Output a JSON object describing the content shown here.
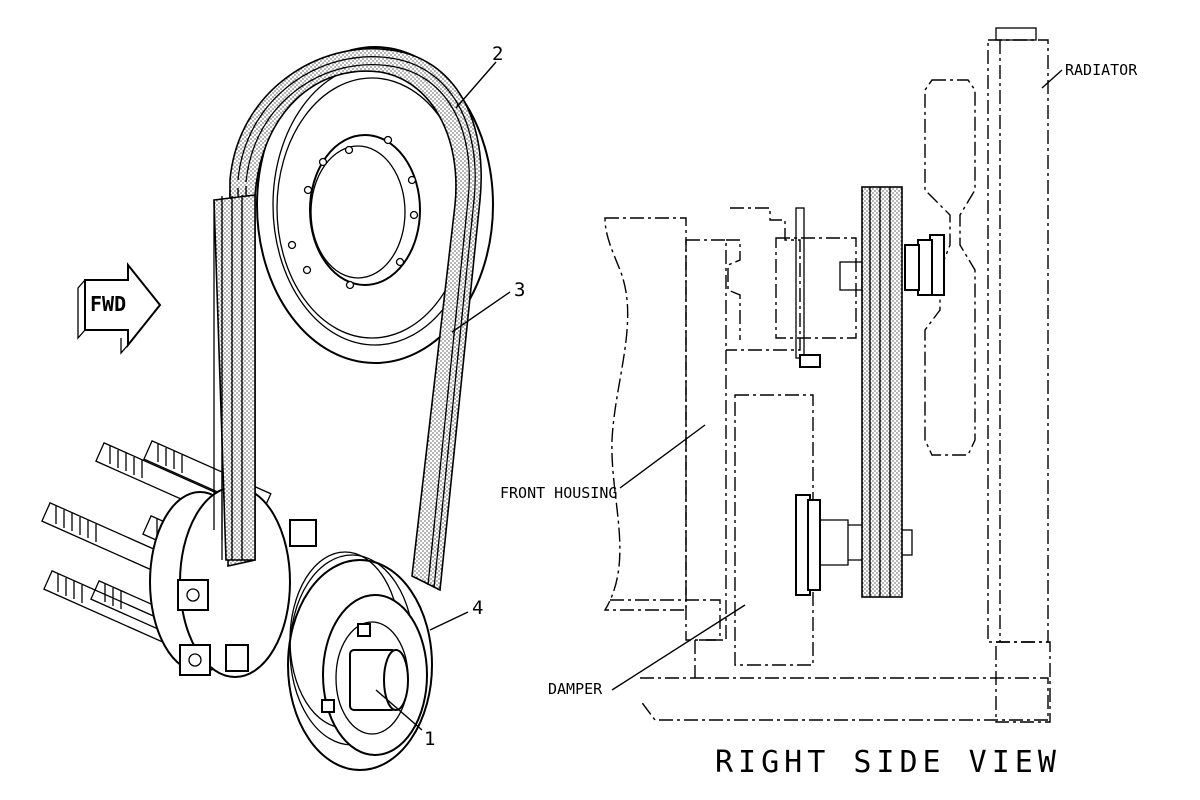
{
  "callouts": {
    "c1": "1",
    "c2": "2",
    "c3": "3",
    "c4": "4"
  },
  "direction_badge": "FWD",
  "labels": {
    "radiator": "RADIATOR",
    "front_housing": "FRONT HOUSING",
    "damper": "DAMPER"
  },
  "view_title": "RIGHT SIDE VIEW"
}
